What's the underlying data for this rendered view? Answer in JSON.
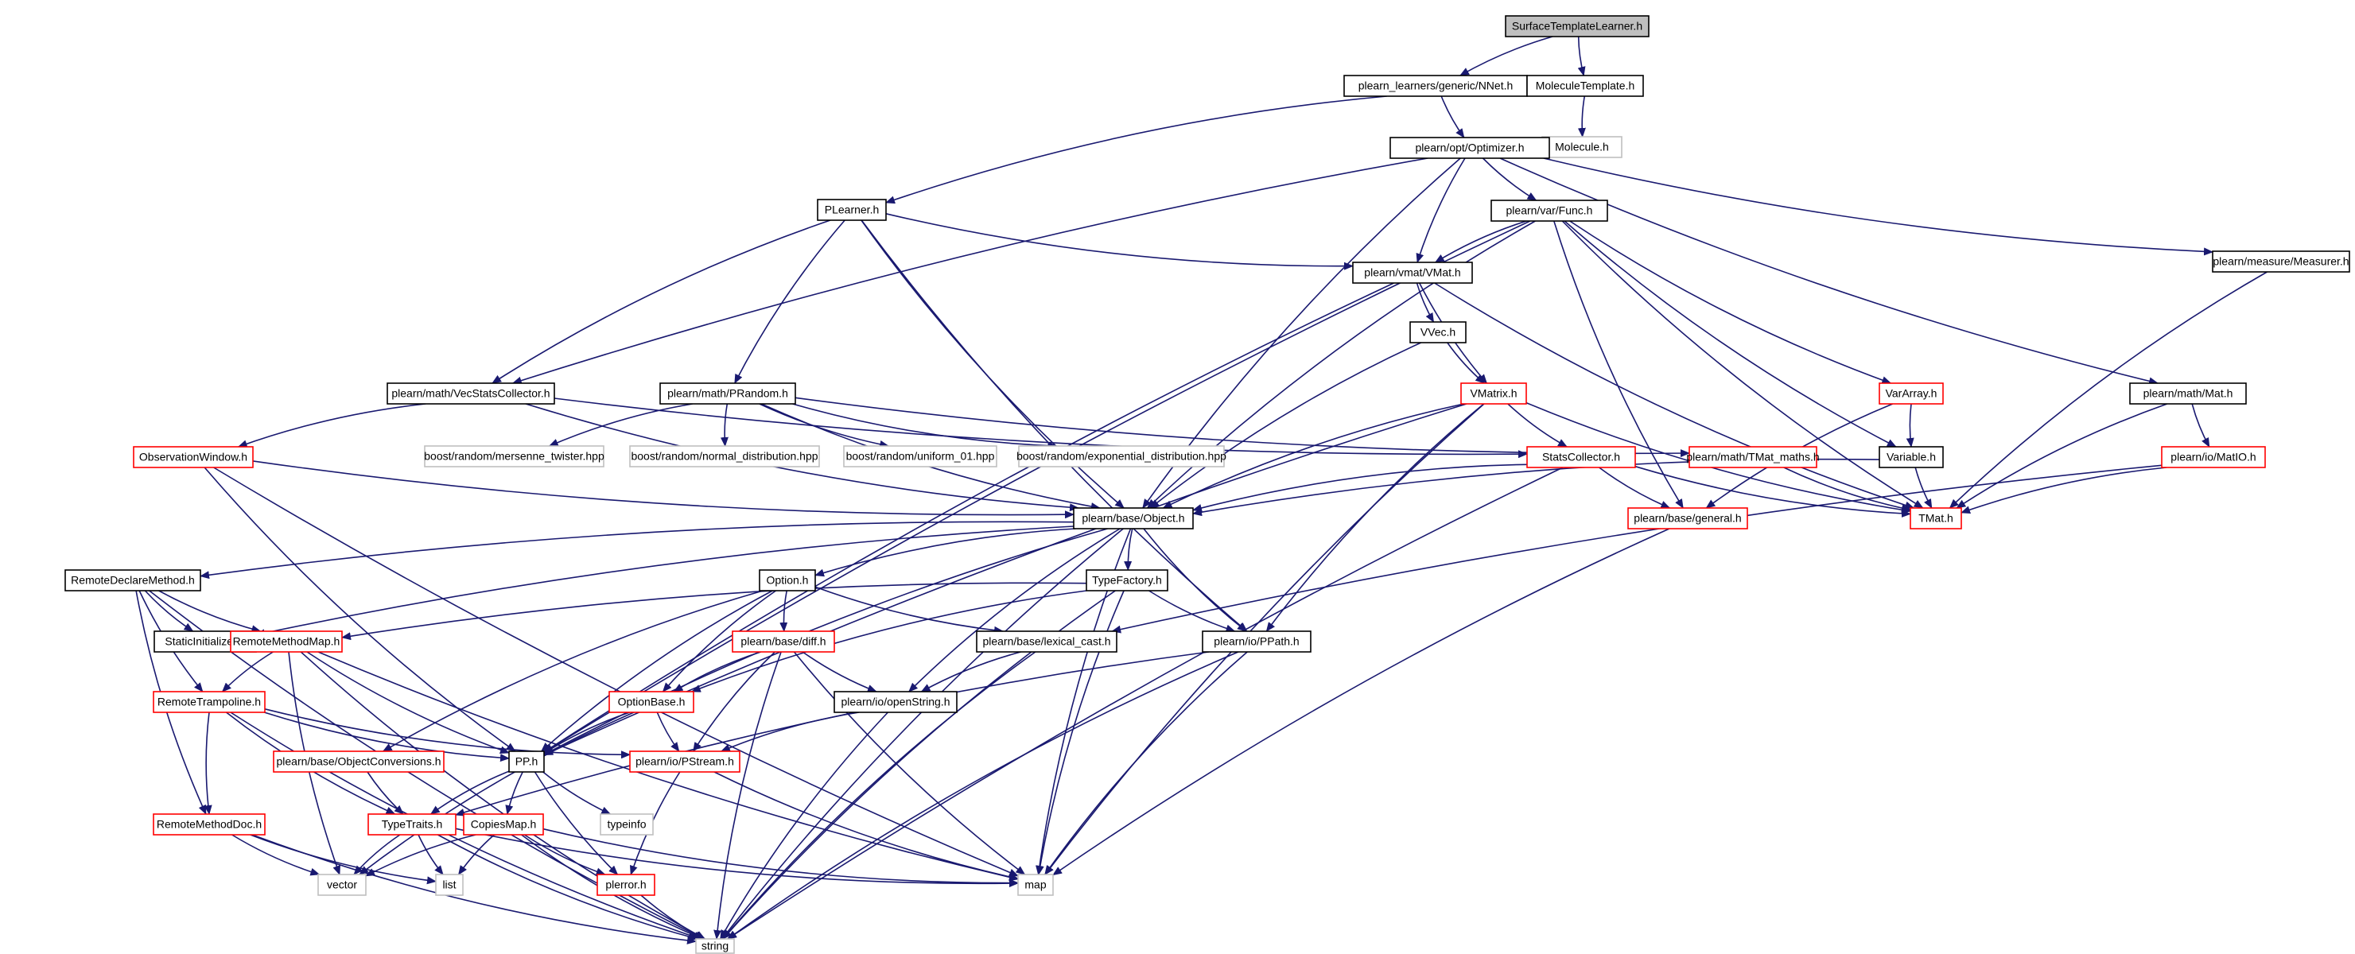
{
  "colors": {
    "edge": "#191970",
    "normal_border": "#000000",
    "incomplete_border": "#ff0000",
    "external_border": "#bfbfbf",
    "root_fill": "#bfbfbf",
    "fill": "#ffffff"
  },
  "nodes": [
    {
      "id": "root",
      "label": "SurfaceTemplateLearner.h",
      "kind": "root"
    },
    {
      "id": "nnet",
      "label": "plearn_learners/generic/NNet.h",
      "kind": "normal"
    },
    {
      "id": "moltpl",
      "label": "MoleculeTemplate.h",
      "kind": "normal"
    },
    {
      "id": "molecule",
      "label": "Molecule.h",
      "kind": "external"
    },
    {
      "id": "optimizer",
      "label": "plearn/opt/Optimizer.h",
      "kind": "normal"
    },
    {
      "id": "plearner",
      "label": "PLearner.h",
      "kind": "normal"
    },
    {
      "id": "func",
      "label": "plearn/var/Func.h",
      "kind": "normal"
    },
    {
      "id": "vmat",
      "label": "plearn/vmat/VMat.h",
      "kind": "normal"
    },
    {
      "id": "measurer",
      "label": "plearn/measure/Measurer.h",
      "kind": "normal"
    },
    {
      "id": "vvec",
      "label": "VVec.h",
      "kind": "normal"
    },
    {
      "id": "vecstats",
      "label": "plearn/math/VecStatsCollector.h",
      "kind": "normal"
    },
    {
      "id": "prandom",
      "label": "plearn/math/PRandom.h",
      "kind": "normal"
    },
    {
      "id": "vmatrix",
      "label": "VMatrix.h",
      "kind": "incomplete"
    },
    {
      "id": "vararray",
      "label": "VarArray.h",
      "kind": "incomplete"
    },
    {
      "id": "mat",
      "label": "plearn/math/Mat.h",
      "kind": "normal"
    },
    {
      "id": "obswin",
      "label": "ObservationWindow.h",
      "kind": "incomplete"
    },
    {
      "id": "mersenne",
      "label": "boost/random/mersenne_twister.hpp",
      "kind": "external"
    },
    {
      "id": "normaldist",
      "label": "boost/random/normal_distribution.hpp",
      "kind": "external"
    },
    {
      "id": "uniform01",
      "label": "boost/random/uniform_01.hpp",
      "kind": "external"
    },
    {
      "id": "expdist",
      "label": "boost/random/exponential_distribution.hpp",
      "kind": "external"
    },
    {
      "id": "statscol",
      "label": "StatsCollector.h",
      "kind": "incomplete"
    },
    {
      "id": "tmatmaths",
      "label": "plearn/math/TMat_maths.h",
      "kind": "incomplete"
    },
    {
      "id": "variable",
      "label": "Variable.h",
      "kind": "normal"
    },
    {
      "id": "matio",
      "label": "plearn/io/MatIO.h",
      "kind": "incomplete"
    },
    {
      "id": "object",
      "label": "plearn/base/Object.h",
      "kind": "normal"
    },
    {
      "id": "general",
      "label": "plearn/base/general.h",
      "kind": "incomplete"
    },
    {
      "id": "tmat",
      "label": "TMat.h",
      "kind": "incomplete"
    },
    {
      "id": "remotedecl",
      "label": "RemoteDeclareMethod.h",
      "kind": "normal"
    },
    {
      "id": "option",
      "label": "Option.h",
      "kind": "normal"
    },
    {
      "id": "typefactory",
      "label": "TypeFactory.h",
      "kind": "normal"
    },
    {
      "id": "staticinit",
      "label": "StaticInitializer.h",
      "kind": "normal"
    },
    {
      "id": "remotemap",
      "label": "RemoteMethodMap.h",
      "kind": "incomplete"
    },
    {
      "id": "diff",
      "label": "plearn/base/diff.h",
      "kind": "incomplete"
    },
    {
      "id": "lexcast",
      "label": "plearn/base/lexical_cast.h",
      "kind": "normal"
    },
    {
      "id": "ppath",
      "label": "plearn/io/PPath.h",
      "kind": "normal"
    },
    {
      "id": "remotetramp",
      "label": "RemoteTrampoline.h",
      "kind": "incomplete"
    },
    {
      "id": "optionbase",
      "label": "OptionBase.h",
      "kind": "incomplete"
    },
    {
      "id": "openstring",
      "label": "plearn/io/openString.h",
      "kind": "normal"
    },
    {
      "id": "objconv",
      "label": "plearn/base/ObjectConversions.h",
      "kind": "incomplete"
    },
    {
      "id": "pp",
      "label": "PP.h",
      "kind": "normal"
    },
    {
      "id": "pstream",
      "label": "plearn/io/PStream.h",
      "kind": "incomplete"
    },
    {
      "id": "typeinfo",
      "label": "typeinfo",
      "kind": "external"
    },
    {
      "id": "remotedoc",
      "label": "RemoteMethodDoc.h",
      "kind": "incomplete"
    },
    {
      "id": "typetraits",
      "label": "TypeTraits.h",
      "kind": "incomplete"
    },
    {
      "id": "copiesmap",
      "label": "CopiesMap.h",
      "kind": "incomplete"
    },
    {
      "id": "vector",
      "label": "vector",
      "kind": "external"
    },
    {
      "id": "list",
      "label": "list",
      "kind": "external"
    },
    {
      "id": "perror",
      "label": "plerror.h",
      "kind": "incomplete"
    },
    {
      "id": "map",
      "label": "map",
      "kind": "external"
    },
    {
      "id": "string",
      "label": "string",
      "kind": "external"
    }
  ],
  "edges": [
    [
      "root",
      "nnet"
    ],
    [
      "root",
      "moltpl"
    ],
    [
      "moltpl",
      "molecule"
    ],
    [
      "nnet",
      "optimizer"
    ],
    [
      "nnet",
      "plearner"
    ],
    [
      "optimizer",
      "func"
    ],
    [
      "optimizer",
      "vmat"
    ],
    [
      "optimizer",
      "measurer"
    ],
    [
      "optimizer",
      "mat"
    ],
    [
      "optimizer",
      "vecstats"
    ],
    [
      "optimizer",
      "object"
    ],
    [
      "plearner",
      "vmat"
    ],
    [
      "plearner",
      "vecstats"
    ],
    [
      "plearner",
      "prandom"
    ],
    [
      "plearner",
      "object"
    ],
    [
      "plearner",
      "ppath"
    ],
    [
      "func",
      "vmat"
    ],
    [
      "func",
      "vararray"
    ],
    [
      "func",
      "variable"
    ],
    [
      "func",
      "object"
    ],
    [
      "func",
      "general"
    ],
    [
      "func",
      "tmat"
    ],
    [
      "func",
      "pp"
    ],
    [
      "vmat",
      "vvec"
    ],
    [
      "vmat",
      "vmatrix"
    ],
    [
      "vmat",
      "tmat"
    ],
    [
      "vmat",
      "pp"
    ],
    [
      "measurer",
      "tmat"
    ],
    [
      "vvec",
      "vmatrix"
    ],
    [
      "vvec",
      "object"
    ],
    [
      "vecstats",
      "obswin"
    ],
    [
      "vecstats",
      "statscol"
    ],
    [
      "vecstats",
      "object"
    ],
    [
      "prandom",
      "mersenne"
    ],
    [
      "prandom",
      "normaldist"
    ],
    [
      "prandom",
      "uniform01"
    ],
    [
      "prandom",
      "expdist"
    ],
    [
      "prandom",
      "tmatmaths"
    ],
    [
      "prandom",
      "object"
    ],
    [
      "vmatrix",
      "statscol"
    ],
    [
      "vmatrix",
      "object"
    ],
    [
      "vmatrix",
      "tmat"
    ],
    [
      "vmatrix",
      "ppath"
    ],
    [
      "vmatrix",
      "map"
    ],
    [
      "vmatrix",
      "pp"
    ],
    [
      "vararray",
      "variable"
    ],
    [
      "vararray",
      "general"
    ],
    [
      "mat",
      "matio"
    ],
    [
      "mat",
      "tmat"
    ],
    [
      "obswin",
      "pp"
    ],
    [
      "obswin",
      "map"
    ],
    [
      "obswin",
      "object"
    ],
    [
      "statscol",
      "object"
    ],
    [
      "statscol",
      "general"
    ],
    [
      "statscol",
      "tmat"
    ],
    [
      "statscol",
      "string"
    ],
    [
      "tmatmaths",
      "tmat"
    ],
    [
      "variable",
      "object"
    ],
    [
      "variable",
      "tmat"
    ],
    [
      "matio",
      "tmat"
    ],
    [
      "matio",
      "lexcast"
    ],
    [
      "object",
      "remotedecl"
    ],
    [
      "object",
      "option"
    ],
    [
      "object",
      "typefactory"
    ],
    [
      "object",
      "staticinit"
    ],
    [
      "object",
      "ppath"
    ],
    [
      "object",
      "pp"
    ],
    [
      "object",
      "openstring"
    ],
    [
      "object",
      "map"
    ],
    [
      "object",
      "string"
    ],
    [
      "general",
      "map"
    ],
    [
      "remotedecl",
      "staticinit"
    ],
    [
      "remotedecl",
      "remotemap"
    ],
    [
      "remotedecl",
      "remotetramp"
    ],
    [
      "remotedecl",
      "remotedoc"
    ],
    [
      "remotedecl",
      "string"
    ],
    [
      "option",
      "optionbase"
    ],
    [
      "option",
      "diff"
    ],
    [
      "option",
      "lexcast"
    ],
    [
      "option",
      "objconv"
    ],
    [
      "option",
      "pp"
    ],
    [
      "typefactory",
      "optionbase"
    ],
    [
      "typefactory",
      "ppath"
    ],
    [
      "typefactory",
      "remotemap"
    ],
    [
      "typefactory",
      "map"
    ],
    [
      "typefactory",
      "string"
    ],
    [
      "remotemap",
      "remotetramp"
    ],
    [
      "remotemap",
      "pp"
    ],
    [
      "remotemap",
      "map"
    ],
    [
      "remotemap",
      "vector"
    ],
    [
      "remotemap",
      "string"
    ],
    [
      "diff",
      "optionbase"
    ],
    [
      "diff",
      "openstring"
    ],
    [
      "diff",
      "pstream"
    ],
    [
      "diff",
      "map"
    ],
    [
      "diff",
      "string"
    ],
    [
      "lexcast",
      "openstring"
    ],
    [
      "lexcast",
      "string"
    ],
    [
      "ppath",
      "typetraits"
    ],
    [
      "ppath",
      "map"
    ],
    [
      "ppath",
      "string"
    ],
    [
      "remotetramp",
      "pp"
    ],
    [
      "remotetramp",
      "pstream"
    ],
    [
      "remotetramp",
      "remotedoc"
    ],
    [
      "remotetramp",
      "typetraits"
    ],
    [
      "remotetramp",
      "string"
    ],
    [
      "optionbase",
      "pp"
    ],
    [
      "optionbase",
      "pstream"
    ],
    [
      "optionbase",
      "vector"
    ],
    [
      "openstring",
      "pstream"
    ],
    [
      "openstring",
      "string"
    ],
    [
      "objconv",
      "typetraits"
    ],
    [
      "pp",
      "typeinfo"
    ],
    [
      "pp",
      "copiesmap"
    ],
    [
      "pp",
      "typetraits"
    ],
    [
      "pp",
      "perror"
    ],
    [
      "pstream",
      "perror"
    ],
    [
      "pstream",
      "map"
    ],
    [
      "remotedoc",
      "list"
    ],
    [
      "remotedoc",
      "vector"
    ],
    [
      "remotedoc",
      "string"
    ],
    [
      "typetraits",
      "vector"
    ],
    [
      "typetraits",
      "list"
    ],
    [
      "typetraits",
      "map"
    ],
    [
      "typetraits",
      "string"
    ],
    [
      "copiesmap",
      "map"
    ],
    [
      "copiesmap",
      "vector"
    ],
    [
      "copiesmap",
      "list"
    ],
    [
      "copiesmap",
      "perror"
    ],
    [
      "copiesmap",
      "string"
    ],
    [
      "perror",
      "string"
    ]
  ]
}
